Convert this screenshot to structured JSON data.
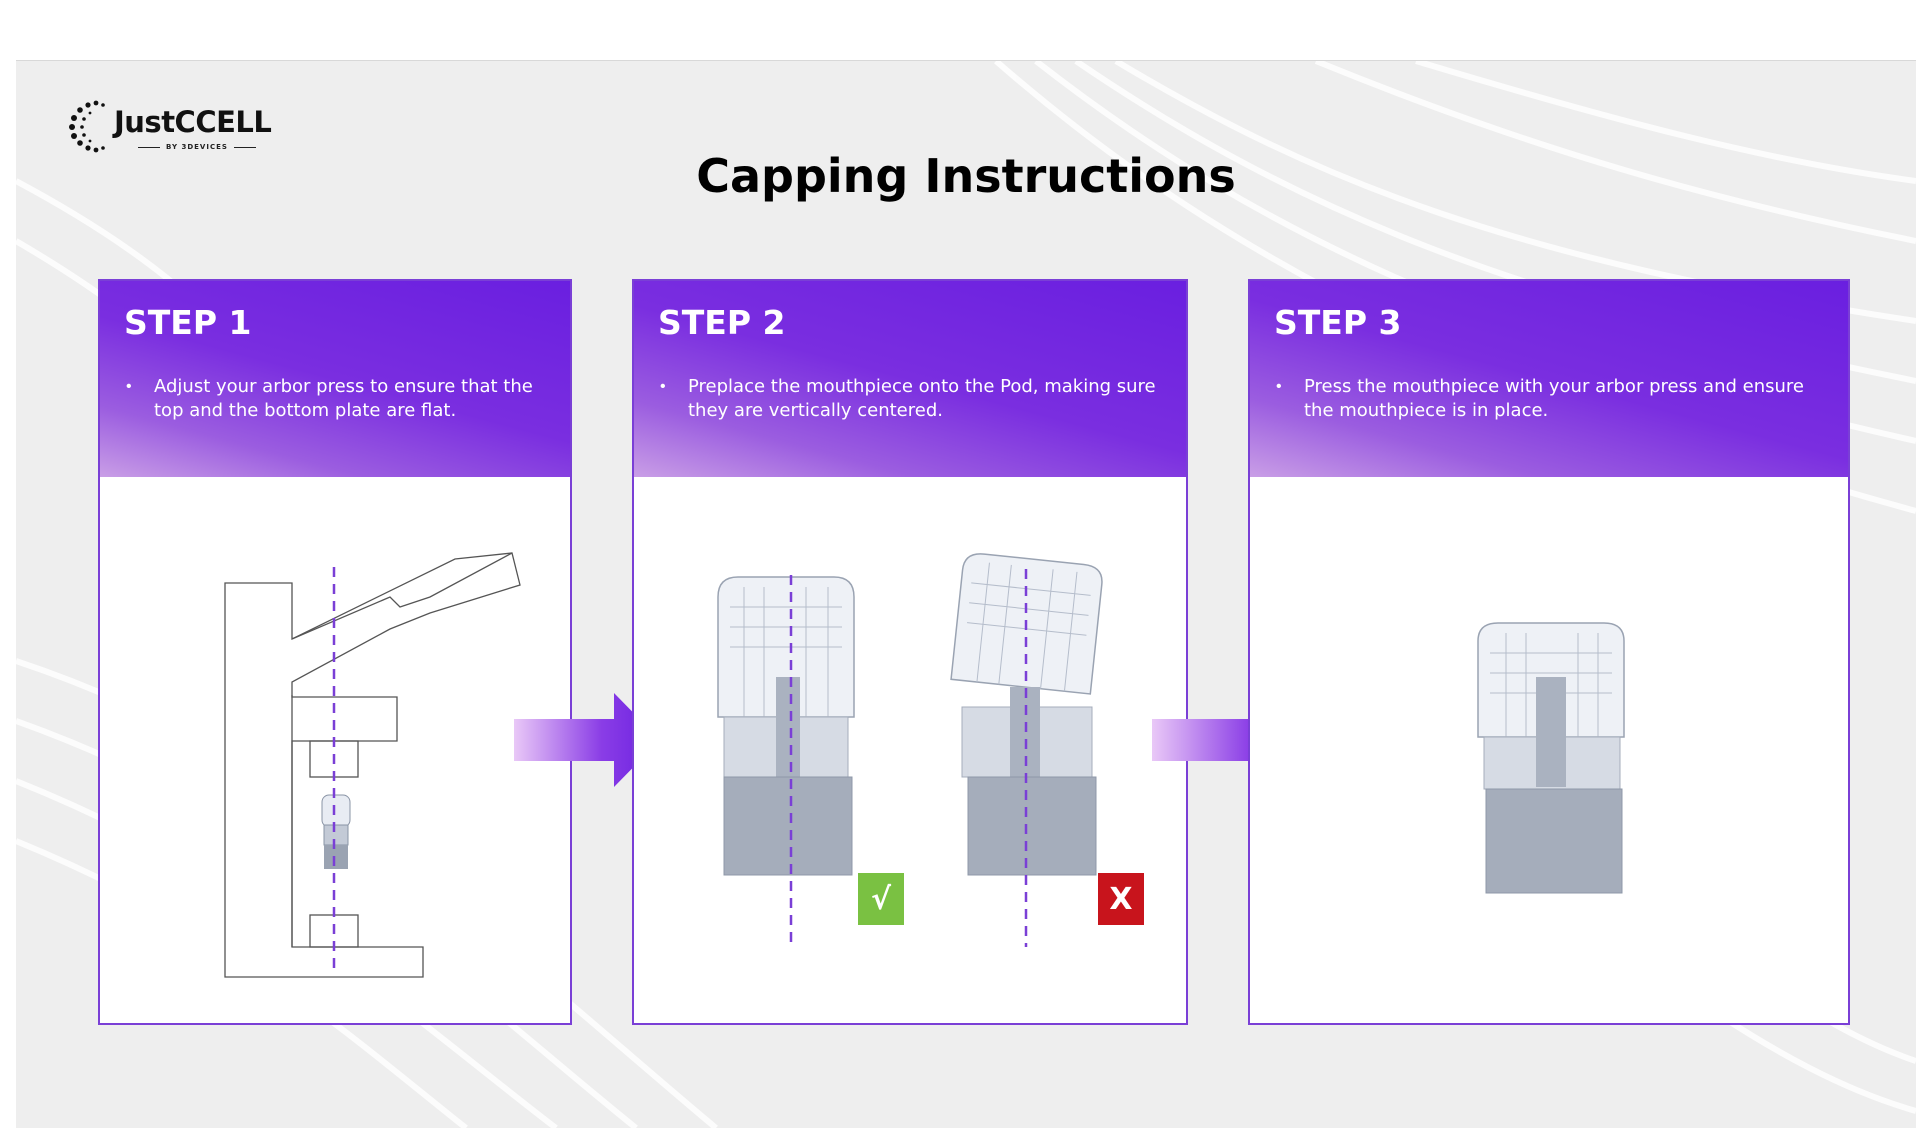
{
  "brand": {
    "name": "JustCCELL",
    "tagline": "BY 3DEVICES"
  },
  "title": "Capping Instructions",
  "steps": [
    {
      "label": "STEP 1",
      "text": "Adjust your arbor press to ensure that the top and the bottom plate are flat."
    },
    {
      "label": "STEP 2",
      "text": "Preplace the mouthpiece onto the Pod, making sure they are vertically centered."
    },
    {
      "label": "STEP 3",
      "text": "Press the mouthpiece with your arbor press and ensure the mouthpiece is in place."
    }
  ],
  "badges": {
    "correct": "√",
    "wrong": "X"
  },
  "colors": {
    "accent": "#6a1fe0",
    "correct": "#7ac142",
    "wrong": "#c8141c",
    "guide_line": "#7a3fd6"
  }
}
